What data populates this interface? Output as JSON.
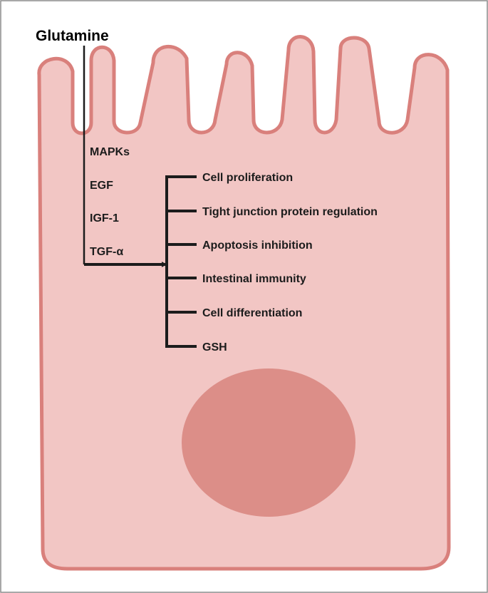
{
  "title": "Glutamine",
  "mediators": [
    "MAPKs",
    "EGF",
    "IGF-1",
    "TGF-α"
  ],
  "outcomes": [
    "Cell proliferation",
    "Tight junction protein regulation",
    "Apoptosis inhibition",
    "Intestinal immunity",
    "Cell differentiation",
    "GSH"
  ],
  "colors": {
    "cell_fill": "#f2c6c4",
    "cell_stroke": "#d9807c",
    "nucleus": "#dc8e88",
    "line": "#1c1c1c",
    "frame": "#8c8c8c"
  }
}
